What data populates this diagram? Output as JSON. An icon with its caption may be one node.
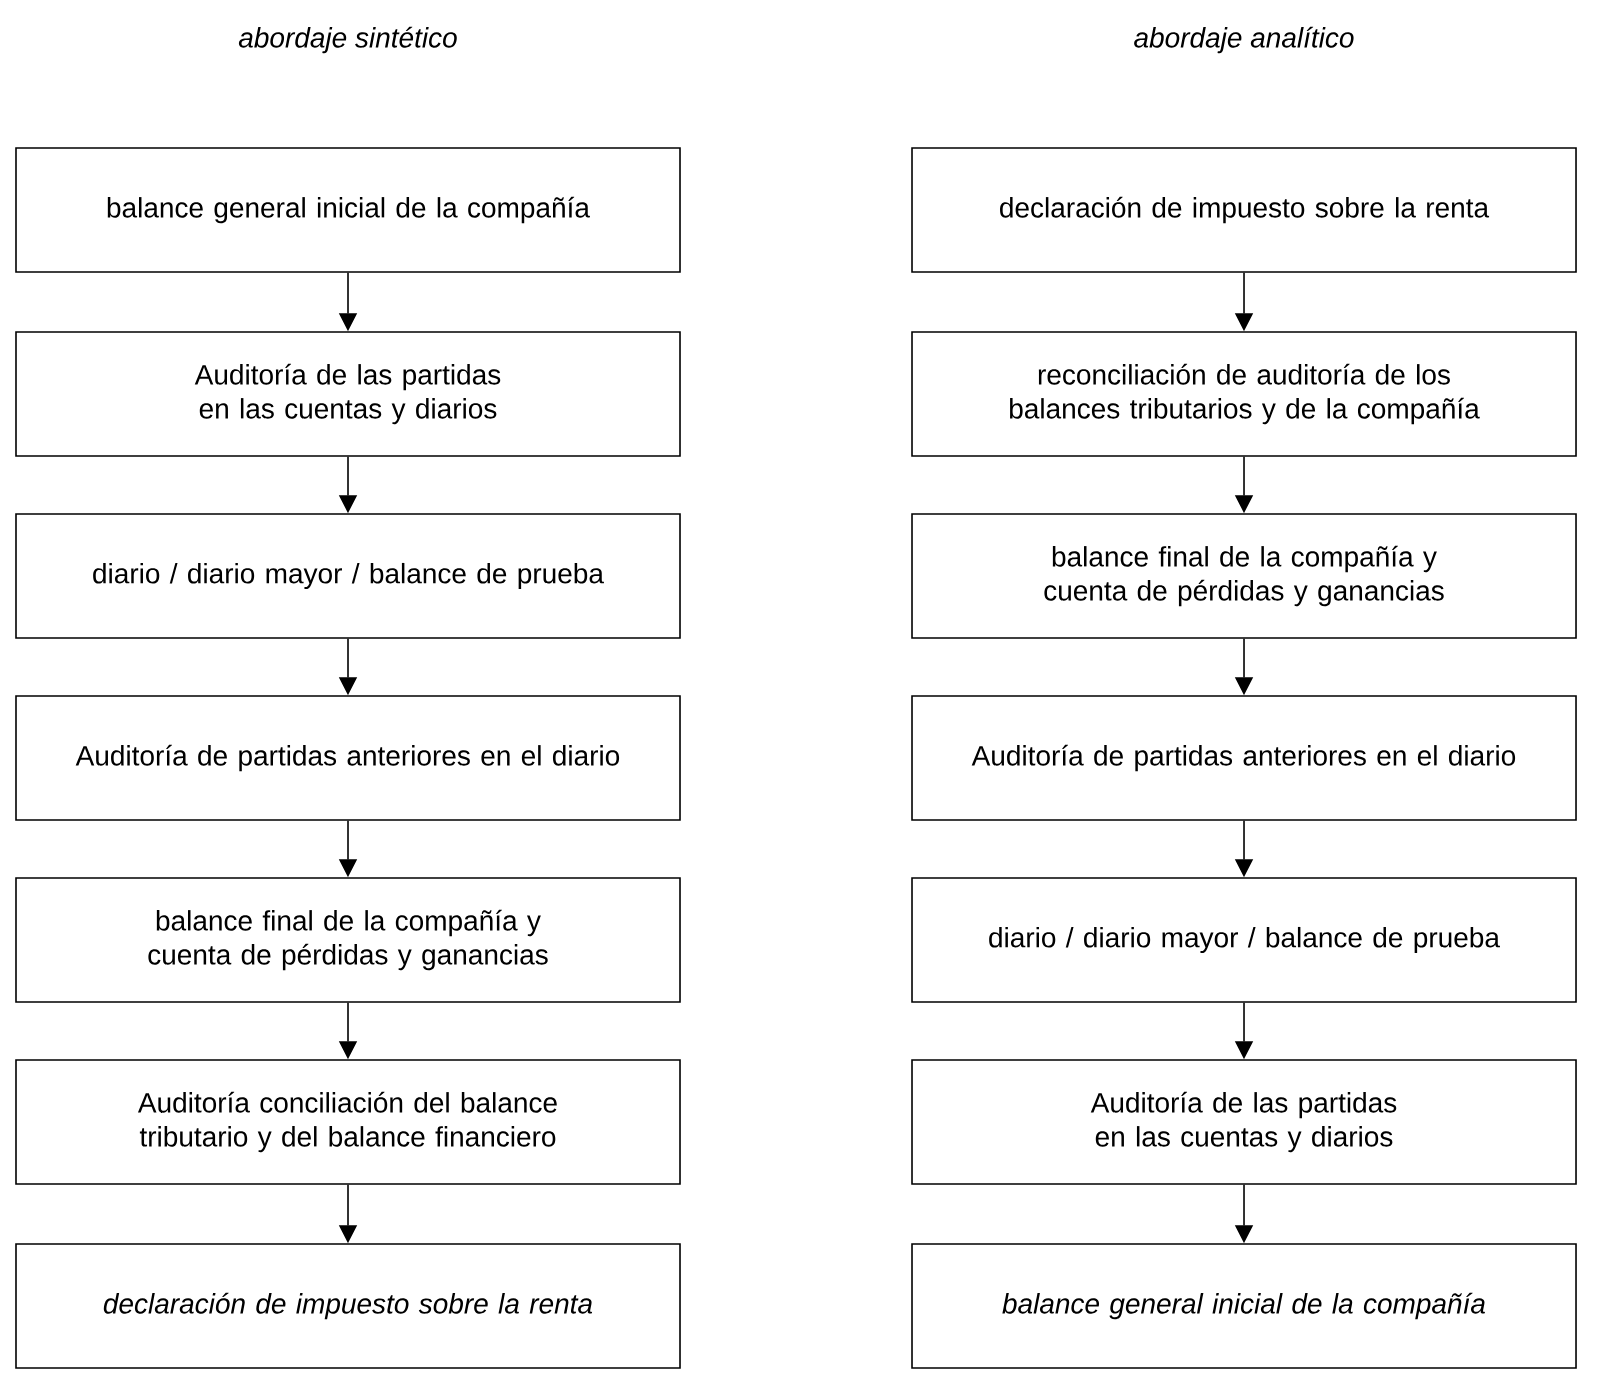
{
  "diagram": {
    "nodes": [
      {
        "text": [
          "balance general inicial de la compañía"
        ]
      },
      {
        "text": [
          "Auditoría de las partidas en las cuentas y diarios"
        ]
      },
      {
        "text": [
          "diario / diario mayor / balance de prueba"
        ]
      },
      {
        "text": [
          "Auditoría de partidas anteriores en el diario"
        ]
      },
      {
        "text": [
          "balance final de la compañía y cuenta de pérdidas y ganancias"
        ]
      },
      {
        "text": [
          "Auditoría conciliación del balance tributario y del balance financiero"
        ]
      },
      {
        "text": [
          "declaración de impuesto sobre la renta"
        ]
      },
      {
        "text": [
          "declaración de impuesto sobre la renta"
        ]
      },
      {
        "text": [
          "reconciliación de auditoría de los balances tributarios y de la compañía"
        ]
      },
      {
        "text": [
          "balance final de la compañía y cuenta de pérdidas y ganancias"
        ]
      },
      {
        "text": [
          "Auditoría de partidas anteriores en el diario"
        ]
      },
      {
        "text": [
          "diario / diario mayor / balance de prueba"
        ]
      },
      {
        "text": [
          "Auditoría de las partidas en las cuentas y diarios"
        ]
      },
      {
        "text": [
          "balance general inicial de la compañía"
        ]
      }
    ],
    "edges": [
      {
        "from": 0,
        "to": 1,
        "arrow": "to"
      },
      {
        "from": 1,
        "to": 2,
        "arrow": "to"
      },
      {
        "from": 2,
        "to": 3,
        "arrow": "to"
      },
      {
        "from": 3,
        "to": 4,
        "arrow": "to"
      },
      {
        "from": 4,
        "to": 5,
        "arrow": "to"
      },
      {
        "from": 5,
        "to": 6,
        "arrow": "to"
      },
      {
        "from": 7,
        "to": 8,
        "arrow": "to"
      },
      {
        "from": 8,
        "to": 9,
        "arrow": "to"
      },
      {
        "from": 9,
        "to": 10,
        "arrow": "to"
      },
      {
        "from": 10,
        "to": 11,
        "arrow": "to"
      },
      {
        "from": 11,
        "to": 12,
        "arrow": "to"
      },
      {
        "from": 12,
        "to": 13,
        "arrow": "to"
      }
    ],
    "labels": [
      "abordaje sintético",
      "abordaje analítico"
    ]
  }
}
